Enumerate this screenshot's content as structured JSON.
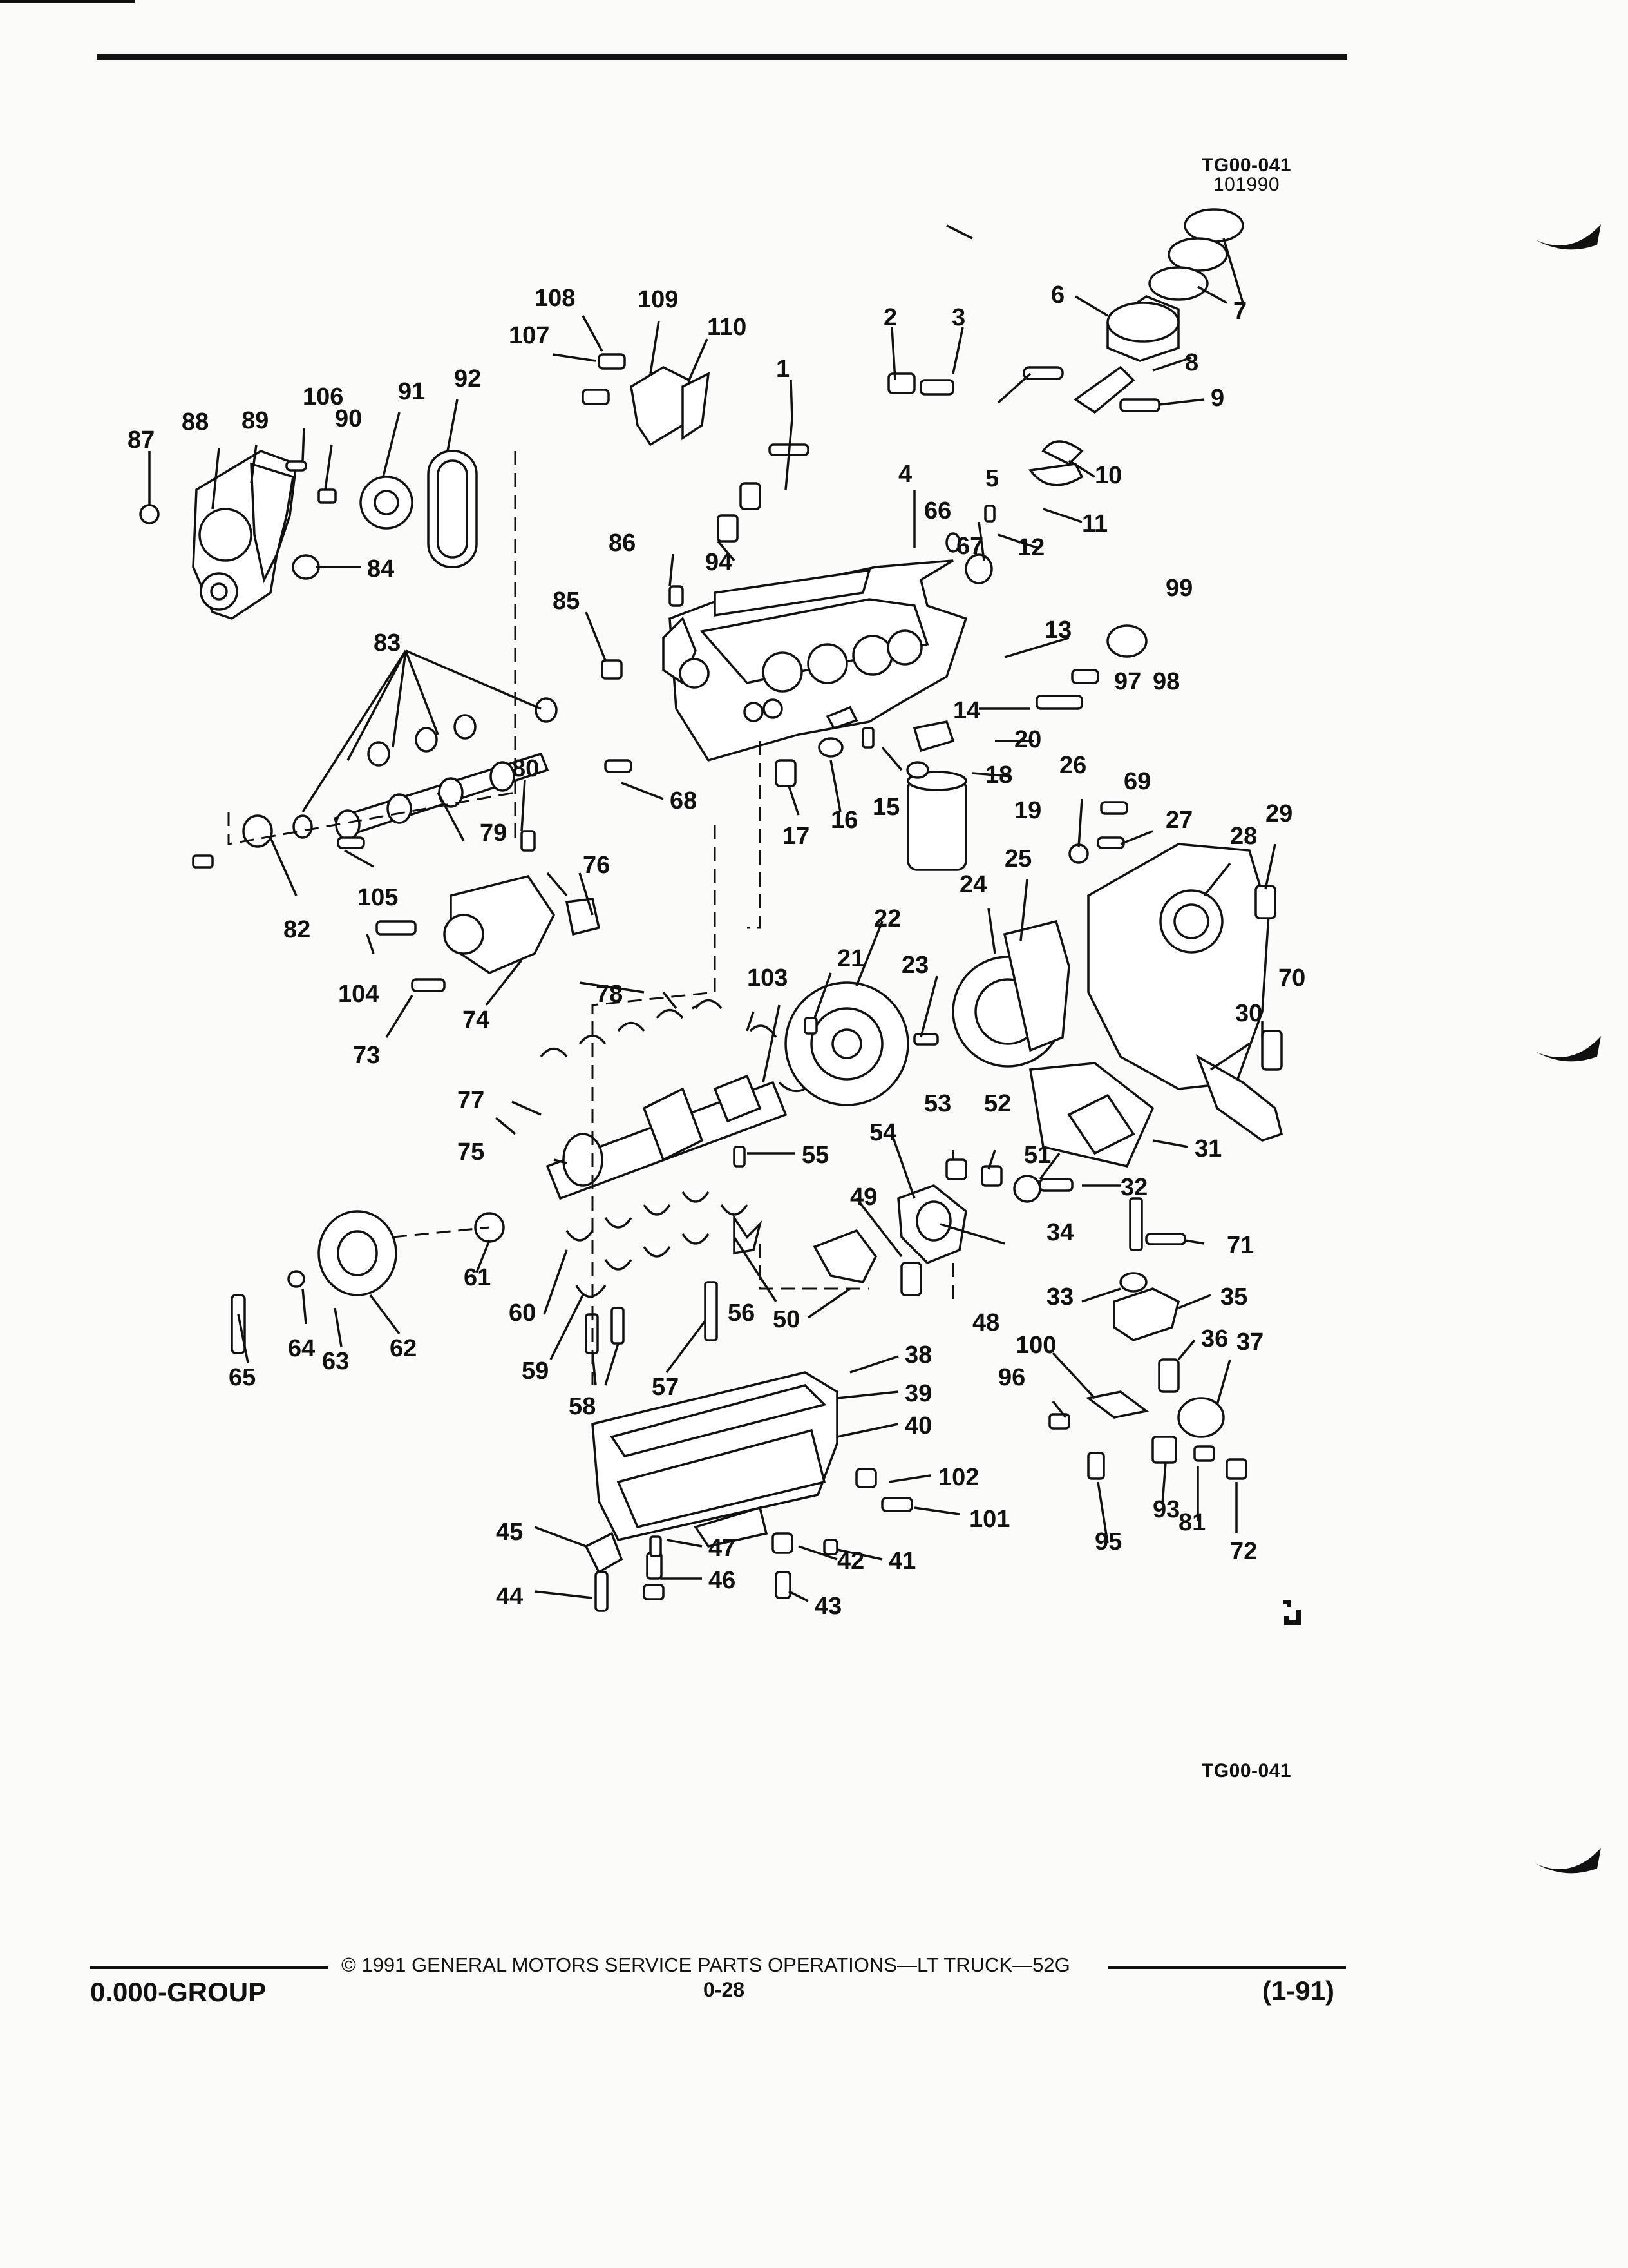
{
  "figure": {
    "id_top": "TG00-041",
    "date_code": "101990",
    "id_bottom": "TG00-041"
  },
  "callouts": [
    {
      "n": "1"
    },
    {
      "n": "2"
    },
    {
      "n": "3"
    },
    {
      "n": "4"
    },
    {
      "n": "5"
    },
    {
      "n": "6"
    },
    {
      "n": "7"
    },
    {
      "n": "8"
    },
    {
      "n": "9"
    },
    {
      "n": "10"
    },
    {
      "n": "11"
    },
    {
      "n": "12"
    },
    {
      "n": "13"
    },
    {
      "n": "14"
    },
    {
      "n": "15"
    },
    {
      "n": "16"
    },
    {
      "n": "17"
    },
    {
      "n": "18"
    },
    {
      "n": "19"
    },
    {
      "n": "20"
    },
    {
      "n": "21"
    },
    {
      "n": "22"
    },
    {
      "n": "23"
    },
    {
      "n": "24"
    },
    {
      "n": "25"
    },
    {
      "n": "26"
    },
    {
      "n": "27"
    },
    {
      "n": "28"
    },
    {
      "n": "29"
    },
    {
      "n": "30"
    },
    {
      "n": "31"
    },
    {
      "n": "32"
    },
    {
      "n": "33"
    },
    {
      "n": "34"
    },
    {
      "n": "35"
    },
    {
      "n": "36"
    },
    {
      "n": "37"
    },
    {
      "n": "38"
    },
    {
      "n": "39"
    },
    {
      "n": "40"
    },
    {
      "n": "41"
    },
    {
      "n": "42"
    },
    {
      "n": "43"
    },
    {
      "n": "44"
    },
    {
      "n": "45"
    },
    {
      "n": "46"
    },
    {
      "n": "47"
    },
    {
      "n": "48"
    },
    {
      "n": "49"
    },
    {
      "n": "50"
    },
    {
      "n": "51"
    },
    {
      "n": "52"
    },
    {
      "n": "53"
    },
    {
      "n": "54"
    },
    {
      "n": "55"
    },
    {
      "n": "56"
    },
    {
      "n": "57"
    },
    {
      "n": "58"
    },
    {
      "n": "59"
    },
    {
      "n": "60"
    },
    {
      "n": "61"
    },
    {
      "n": "62"
    },
    {
      "n": "63"
    },
    {
      "n": "64"
    },
    {
      "n": "65"
    },
    {
      "n": "66"
    },
    {
      "n": "67"
    },
    {
      "n": "68"
    },
    {
      "n": "69"
    },
    {
      "n": "70"
    },
    {
      "n": "71"
    },
    {
      "n": "72"
    },
    {
      "n": "73"
    },
    {
      "n": "74"
    },
    {
      "n": "75"
    },
    {
      "n": "76"
    },
    {
      "n": "77"
    },
    {
      "n": "78"
    },
    {
      "n": "79"
    },
    {
      "n": "80"
    },
    {
      "n": "81"
    },
    {
      "n": "82"
    },
    {
      "n": "83"
    },
    {
      "n": "84"
    },
    {
      "n": "85"
    },
    {
      "n": "86"
    },
    {
      "n": "87"
    },
    {
      "n": "88"
    },
    {
      "n": "89"
    },
    {
      "n": "90"
    },
    {
      "n": "91"
    },
    {
      "n": "92"
    },
    {
      "n": "93"
    },
    {
      "n": "94"
    },
    {
      "n": "95"
    },
    {
      "n": "96"
    },
    {
      "n": "97"
    },
    {
      "n": "98"
    },
    {
      "n": "99"
    },
    {
      "n": "100"
    },
    {
      "n": "101"
    },
    {
      "n": "102"
    },
    {
      "n": "103"
    },
    {
      "n": "104"
    },
    {
      "n": "105"
    },
    {
      "n": "106"
    },
    {
      "n": "107"
    },
    {
      "n": "108"
    },
    {
      "n": "109"
    },
    {
      "n": "110"
    }
  ],
  "footer": {
    "copyright": "© 1991 GENERAL MOTORS SERVICE PARTS OPERATIONS—LT TRUCK—52G",
    "group": "0.000-GROUP",
    "page": "0-28",
    "date": "(1-91)"
  },
  "icons": {
    "publisher_logo": "gm-spo-logo-icon"
  }
}
